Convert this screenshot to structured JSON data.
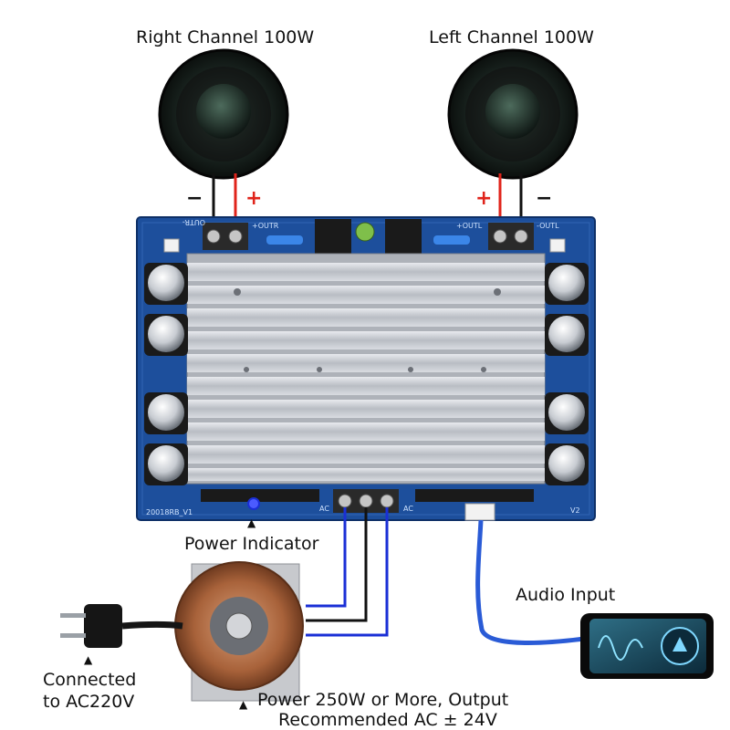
{
  "labels": {
    "right_channel": "Right Channel 100W",
    "left_channel": "Left Channel 100W",
    "power_indicator": "Power Indicator",
    "audio_input": "Audio Input",
    "connected_line1": "Connected",
    "connected_line2": "to AC220V",
    "power_line1": "Power 250W or More, Output",
    "power_line2": "Recommended AC ± 24V"
  },
  "polarity": {
    "minus": "−",
    "plus": "+"
  },
  "pcb": {
    "outr_minus": "OUTR-",
    "outr_plus": "+OUTR",
    "outl_plus": "+OUTL",
    "outl_minus": "-OUTL",
    "ac_left": "AC",
    "ac_right": "AC",
    "version": "V2",
    "board_code": "20018RB_V1"
  },
  "marker": "▲",
  "colors": {
    "pcb_blue": "#1d4f9c",
    "heatsink": "#c9ccd1",
    "wire_red": "#e0241b",
    "wire_blue": "#1a2fd6",
    "wire_black": "#111111"
  }
}
